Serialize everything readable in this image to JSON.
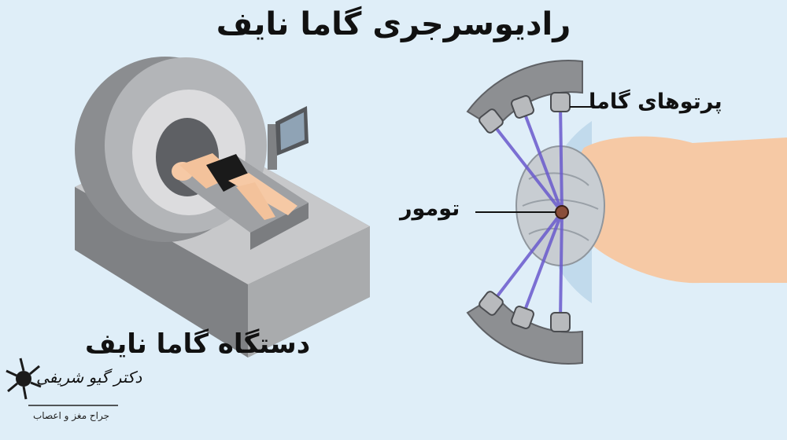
{
  "title": "رادیوسرجری گاما نایف",
  "labels": {
    "gamma_rays": "پرتوهای گاما",
    "tumor": "تومور",
    "device": "دستگاه گاما نایف"
  },
  "logo": {
    "name": "دکتر گیو شریفی",
    "subtitle": "جراح مغز و اعصاب"
  },
  "colors": {
    "background": "#dfeef8",
    "machine": "#a7a9ac",
    "beam": "#6a5acd",
    "skin": "#f6c9a5"
  }
}
